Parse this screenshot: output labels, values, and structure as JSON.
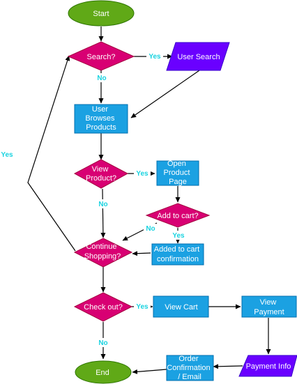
{
  "colors": {
    "terminal_fill": "#60a917",
    "terminal_stroke": "#2d7600",
    "decision_fill": "#d80073",
    "decision_stroke": "#a50040",
    "process_fill": "#1ba1e2",
    "process_stroke": "#006eaf",
    "io_fill": "#6a00ff",
    "io_stroke": "#3700cc",
    "edge_label": "#19d3e0",
    "edge": "#000000"
  },
  "nodes": {
    "start": "Start",
    "search": "Search?",
    "user_search": "User Search",
    "browse": [
      "User",
      "Browses",
      "Products"
    ],
    "view_product": [
      "View",
      "Product?"
    ],
    "open_product": [
      "Open",
      "Product",
      "Page"
    ],
    "add_to_cart": "Add to cart?",
    "added_confirmation": [
      "Added to cart",
      "confirmation"
    ],
    "continue_shopping": [
      "Continue",
      "Shopping?"
    ],
    "check_out": "Check out?",
    "view_cart": "View Cart",
    "view_payment": [
      "View",
      "Payment"
    ],
    "payment_info": "Payment Info",
    "order_confirmation": [
      "Order",
      "Confirmation",
      "/ Email"
    ],
    "end": "End"
  },
  "edge_labels": {
    "search_yes": "Yes",
    "search_no": "No",
    "view_product_yes": "Yes",
    "view_product_no": "No",
    "add_cart_yes": "Yes",
    "add_cart_no": "No",
    "continue_yes": "Yes",
    "checkout_yes": "Yes",
    "checkout_no": "No"
  }
}
